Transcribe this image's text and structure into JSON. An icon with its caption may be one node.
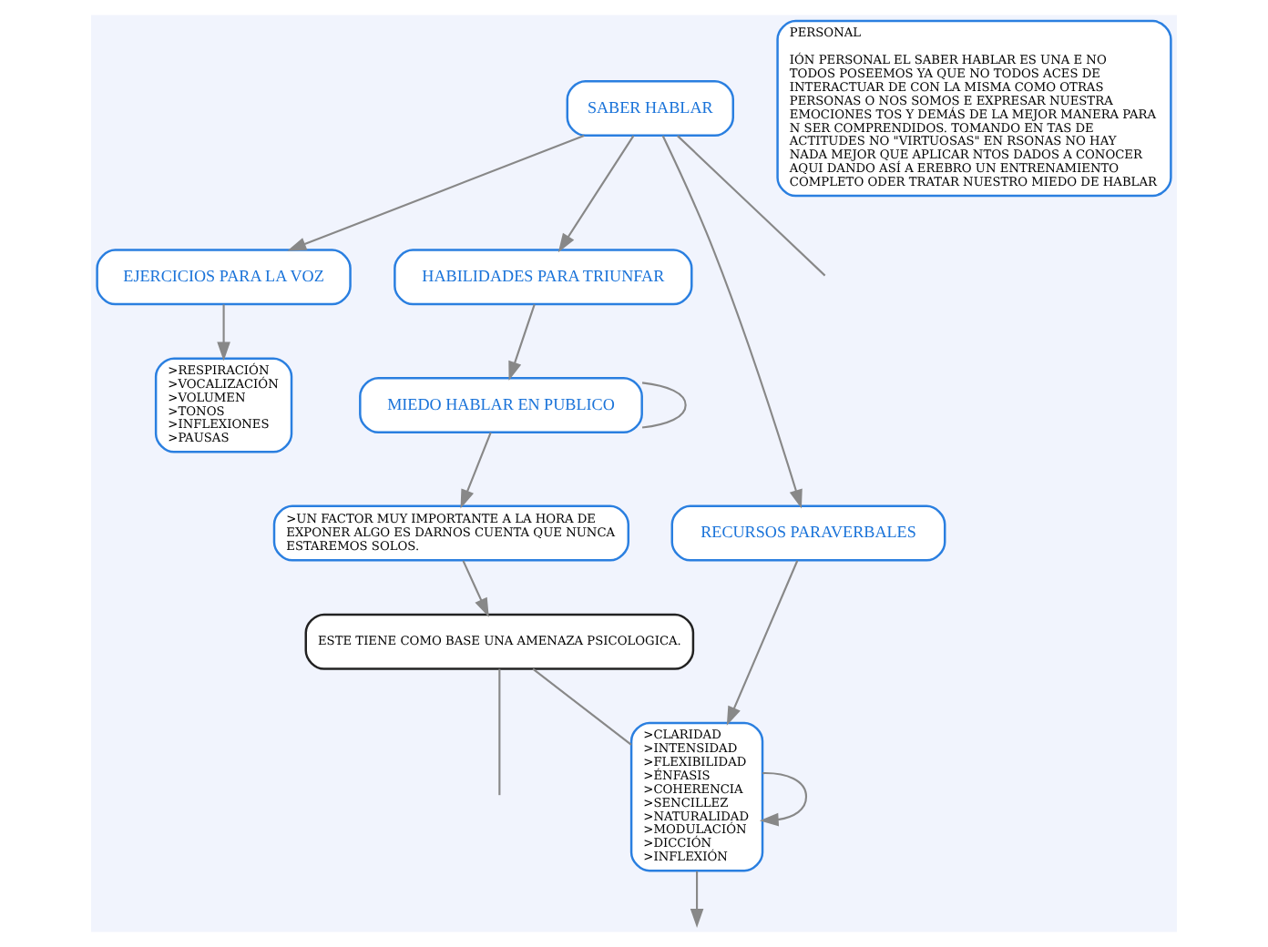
{
  "diagram": {
    "nodes": [
      {
        "text": [
          "SABER HABLAR"
        ]
      },
      {
        "text": [
          "EJERCICIOS PARA LA VOZ"
        ]
      },
      {
        "text": [
          ">RESPIRACIÓN",
          ">VOCALIZACIÓN",
          ">VOLUMEN",
          ">TONOS",
          ">INFLEXIONES",
          ">PAUSAS"
        ]
      },
      {
        "text": [
          "HABILIDADES PARA TRIUNFAR"
        ]
      },
      {
        "text": [
          "MIEDO HABLAR EN PUBLICO"
        ]
      },
      {
        "text": [
          ">UN FACTOR MUY IMPORTANTE A LA HORA DE EXPONER ALGO ES DARNOS CUENTA QUE NUNCA ESTAREMOS SOLOS."
        ]
      },
      {
        "text": [
          "ESTE TIENE COMO BASE UNA AMENAZA PSICOLOGICA."
        ]
      },
      {
        "text": [
          "RECURSOS PARAVERBALES"
        ]
      },
      {
        "text": [
          ">CLARIDAD",
          ">INTENSIDAD",
          ">FLEXIBILIDAD",
          ">ÉNFASIS",
          ">COHERENCIA",
          ">SENCILLEZ",
          ">NATURALIDAD",
          ">MODULACIÓN",
          ">DICCIÓN",
          ">INFLEXIÓN"
        ]
      },
      {
        "text": [
          "PERSONAL",
          "IÓN PERSONAL EL SABER HABLAR ES UNA E NO TODOS POSEEMOS YA QUE NO TODOS ACES DE INTERACTUAR DE CON LA MISMA COMO OTRAS PERSONAS O NOS SOMOS E EXPRESAR NUESTRA EMOCIONES TOS Y DEMÁS DE LA MEJOR MANERA PARA N SER COMPRENDIDOS. TOMANDO EN TAS DE ACTITUDES NO \"VIRTUOSAS\" EN RSONAS NO HAY NADA MEJOR QUE APLICAR NTOS DADOS A CONOCER AQUI DANDO ASÍ A EREBRO UN ENTRENAMIENTO COMPLETO ODER TRATAR NUESTRO MIEDO DE HABLAR"
        ]
      }
    ],
    "edges": [
      {
        "from": 0,
        "to": 1,
        "arrow": "to"
      },
      {
        "from": 1,
        "to": 2,
        "arrow": "to"
      },
      {
        "from": 0,
        "to": null,
        "arrow": "none"
      },
      {
        "from": 0,
        "to": 3,
        "arrow": "to"
      },
      {
        "from": 0,
        "to": 7,
        "arrow": "to"
      },
      {
        "from": 3,
        "to": 4,
        "arrow": "to"
      },
      {
        "from": 4,
        "to": 4,
        "arrow": "none"
      },
      {
        "from": 4,
        "to": 5,
        "arrow": "to"
      },
      {
        "from": 5,
        "to": 6,
        "arrow": "to"
      },
      {
        "from": 6,
        "to": null,
        "arrow": "none"
      },
      {
        "from": 6,
        "to": 8,
        "arrow": "none"
      },
      {
        "from": 7,
        "to": 8,
        "arrow": "to"
      },
      {
        "from": 8,
        "to": 8,
        "arrow": "to"
      },
      {
        "from": 8,
        "to": null,
        "arrow": "to"
      }
    ]
  }
}
